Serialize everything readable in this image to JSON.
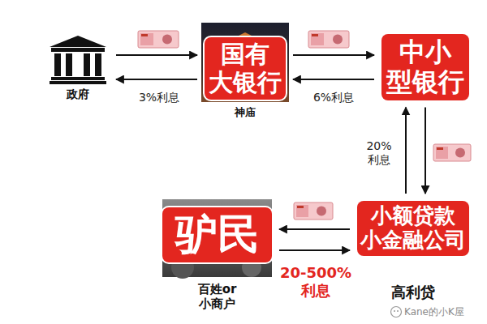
{
  "diagram": {
    "nodes": [
      {
        "text": [
          "政府"
        ]
      },
      {
        "text": [
          "国有 大银行",
          "神庙"
        ]
      },
      {
        "text": [
          "中小 型银行"
        ]
      },
      {
        "text": [
          "驴民",
          "百姓or 小商户"
        ]
      },
      {
        "text": [
          "小额贷款 小金融公司",
          "高利贷"
        ]
      }
    ],
    "edges": [
      {
        "from": 0,
        "to": 1,
        "arrow": "to"
      },
      {
        "from": 1,
        "to": 0,
        "label": "3%利息",
        "arrow": "to"
      },
      {
        "from": 1,
        "to": 2,
        "arrow": "to"
      },
      {
        "from": 2,
        "to": 1,
        "label": "6%利息",
        "arrow": "to"
      },
      {
        "from": 4,
        "to": 2,
        "label": "20% 利息",
        "arrow": "to"
      },
      {
        "from": 2,
        "to": 4,
        "arrow": "to"
      },
      {
        "from": 4,
        "to": 3,
        "arrow": "to"
      },
      {
        "from": 3,
        "to": 4,
        "label": "20-500% 利息",
        "arrow": "to"
      }
    ],
    "labels": [
      "Kane的小K屋"
    ]
  }
}
